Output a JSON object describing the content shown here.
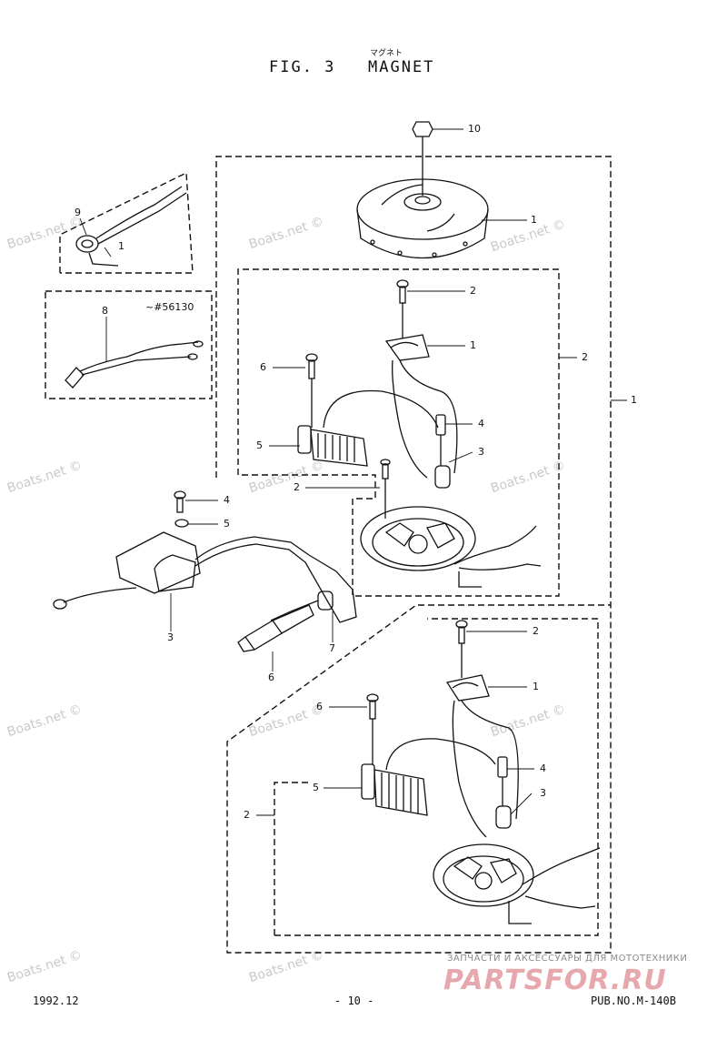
{
  "header": {
    "fig_label": "FIG. 3",
    "title": "MAGNET",
    "title_kana": "マグネト"
  },
  "callouts": {
    "c10": "10",
    "c1_flywheel": "1",
    "c2_screw_top": "2",
    "c1_pulser_top": "1",
    "c2_group_right": "2",
    "c1_group_outer": "1",
    "c6_top": "6",
    "c4_top": "4",
    "c3_top": "3",
    "c5_top": "5",
    "c2_screw_lower": "2",
    "c9": "9",
    "c1_switch": "1",
    "c8": "8",
    "c4_coil": "4",
    "c5_coil": "5",
    "c3_coil": "3",
    "c7": "7",
    "c6_plug": "6",
    "c2_screw_bottom": "2",
    "c1_pulser_bottom": "1",
    "c6_bottom": "6",
    "c4_bottom": "4",
    "c3_bottom": "3",
    "c5_bottom": "5",
    "c2_group_left": "2"
  },
  "serial_note": "~#56130",
  "watermark": "Boats.net ©",
  "banner": {
    "small": "ЗАПЧАСТИ И АКСЕССУАРЫ ДЛЯ МОТОТЕХНИКИ",
    "big": "PARTSFOR.RU"
  },
  "footer": {
    "date": "1992.12",
    "page": "- 10 -",
    "pub_no": "PUB.NO.M-140B"
  }
}
